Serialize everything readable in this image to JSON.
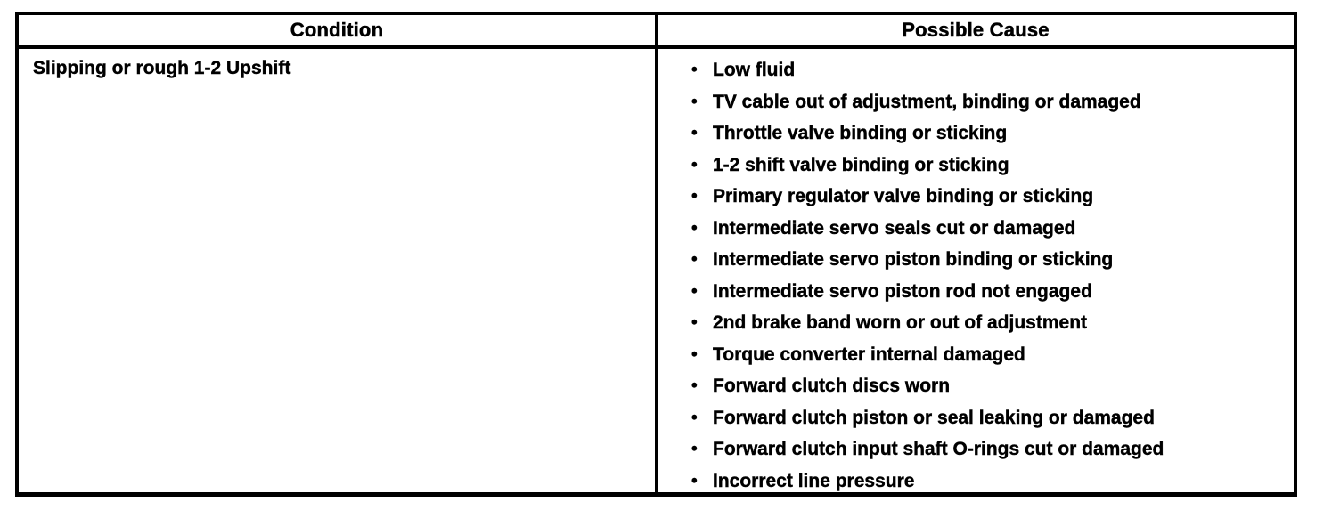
{
  "table": {
    "columns": [
      {
        "label": "Condition"
      },
      {
        "label": "Possible Cause"
      }
    ],
    "rows": [
      {
        "condition": "Slipping or rough 1-2 Upshift",
        "possible_causes": [
          "Low fluid",
          "TV cable out of adjustment, binding or damaged",
          "Throttle valve binding or sticking",
          "1-2 shift valve binding or sticking",
          "Primary regulator valve binding or sticking",
          "Intermediate servo seals cut or damaged",
          "Intermediate servo piston binding or sticking",
          "Intermediate servo piston rod not engaged",
          "2nd brake band worn or out of adjustment",
          "Torque converter internal damaged",
          "Forward clutch discs worn",
          "Forward clutch piston or seal leaking or damaged",
          "Forward clutch input shaft O-rings cut or damaged",
          "Incorrect line pressure"
        ]
      }
    ]
  },
  "colors": {
    "text": "#000000",
    "border": "#000000",
    "background": "#ffffff"
  }
}
